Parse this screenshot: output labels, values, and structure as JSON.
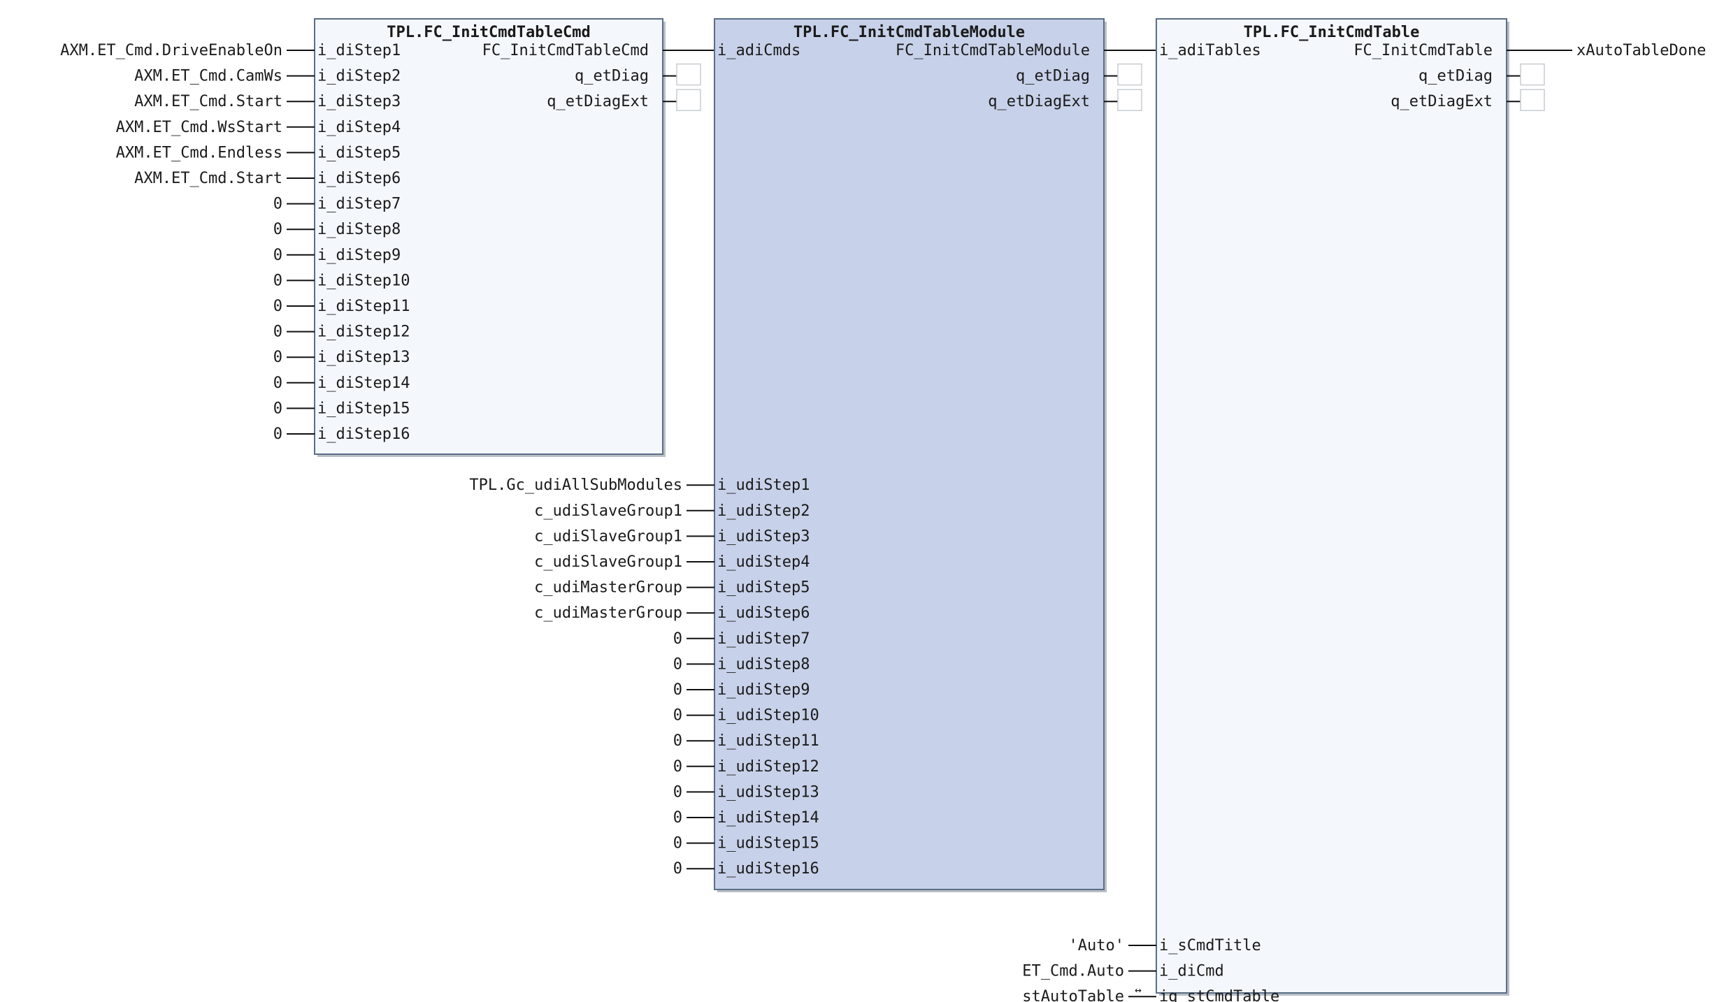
{
  "colors": {
    "block_fill": "#f4f8fd",
    "block_fill_selected": "#c7d1e9",
    "block_border": "#5a6e86",
    "shadow": "#b9bec6",
    "wire": "#111111",
    "text": "#1a1a1a"
  },
  "blocks": [
    {
      "id": "fc_initcmdtablecmd",
      "title": "TPL.FC_InitCmdTableCmd",
      "selected": false,
      "inputs": [
        {
          "pin": "i_diStep1",
          "value": "AXM.ET_Cmd.DriveEnableOn"
        },
        {
          "pin": "i_diStep2",
          "value": "AXM.ET_Cmd.CamWs"
        },
        {
          "pin": "i_diStep3",
          "value": "AXM.ET_Cmd.Start"
        },
        {
          "pin": "i_diStep4",
          "value": "AXM.ET_Cmd.WsStart"
        },
        {
          "pin": "i_diStep5",
          "value": "AXM.ET_Cmd.Endless"
        },
        {
          "pin": "i_diStep6",
          "value": "AXM.ET_Cmd.Start"
        },
        {
          "pin": "i_diStep7",
          "value": "0"
        },
        {
          "pin": "i_diStep8",
          "value": "0"
        },
        {
          "pin": "i_diStep9",
          "value": "0"
        },
        {
          "pin": "i_diStep10",
          "value": "0"
        },
        {
          "pin": "i_diStep11",
          "value": "0"
        },
        {
          "pin": "i_diStep12",
          "value": "0"
        },
        {
          "pin": "i_diStep13",
          "value": "0"
        },
        {
          "pin": "i_diStep14",
          "value": "0"
        },
        {
          "pin": "i_diStep15",
          "value": "0"
        },
        {
          "pin": "i_diStep16",
          "value": "0"
        }
      ],
      "outputs": [
        {
          "pin": "FC_InitCmdTableCmd",
          "value": ""
        },
        {
          "pin": "q_etDiag",
          "value": ""
        },
        {
          "pin": "q_etDiagExt",
          "value": ""
        }
      ]
    },
    {
      "id": "fc_initcmdtablemodule",
      "title": "TPL.FC_InitCmdTableModule",
      "selected": true,
      "inputs": [
        {
          "pin": "i_adiCmds",
          "value": ""
        },
        {
          "pin": "i_udiStep1",
          "value": "TPL.Gc_udiAllSubModules"
        },
        {
          "pin": "i_udiStep2",
          "value": "c_udiSlaveGroup1"
        },
        {
          "pin": "i_udiStep3",
          "value": "c_udiSlaveGroup1"
        },
        {
          "pin": "i_udiStep4",
          "value": "c_udiSlaveGroup1"
        },
        {
          "pin": "i_udiStep5",
          "value": "c_udiMasterGroup"
        },
        {
          "pin": "i_udiStep6",
          "value": "c_udiMasterGroup"
        },
        {
          "pin": "i_udiStep7",
          "value": "0"
        },
        {
          "pin": "i_udiStep8",
          "value": "0"
        },
        {
          "pin": "i_udiStep9",
          "value": "0"
        },
        {
          "pin": "i_udiStep10",
          "value": "0"
        },
        {
          "pin": "i_udiStep11",
          "value": "0"
        },
        {
          "pin": "i_udiStep12",
          "value": "0"
        },
        {
          "pin": "i_udiStep13",
          "value": "0"
        },
        {
          "pin": "i_udiStep14",
          "value": "0"
        },
        {
          "pin": "i_udiStep15",
          "value": "0"
        },
        {
          "pin": "i_udiStep16",
          "value": "0"
        }
      ],
      "outputs": [
        {
          "pin": "FC_InitCmdTableModule",
          "value": ""
        },
        {
          "pin": "q_etDiag",
          "value": ""
        },
        {
          "pin": "q_etDiagExt",
          "value": ""
        }
      ]
    },
    {
      "id": "fc_initcmdtable",
      "title": "TPL.FC_InitCmdTable",
      "selected": false,
      "inputs": [
        {
          "pin": "i_adiTables",
          "value": ""
        },
        {
          "pin": "i_sCmdTitle",
          "value": "'Auto'"
        },
        {
          "pin": "i_diCmd",
          "value": "ET_Cmd.Auto"
        },
        {
          "pin": "iq_stCmdTable",
          "value": "stAutoTable",
          "inout": true
        }
      ],
      "outputs": [
        {
          "pin": "FC_InitCmdTable",
          "value": "xAutoTableDone"
        },
        {
          "pin": "q_etDiag",
          "value": ""
        },
        {
          "pin": "q_etDiagExt",
          "value": ""
        }
      ]
    }
  ]
}
